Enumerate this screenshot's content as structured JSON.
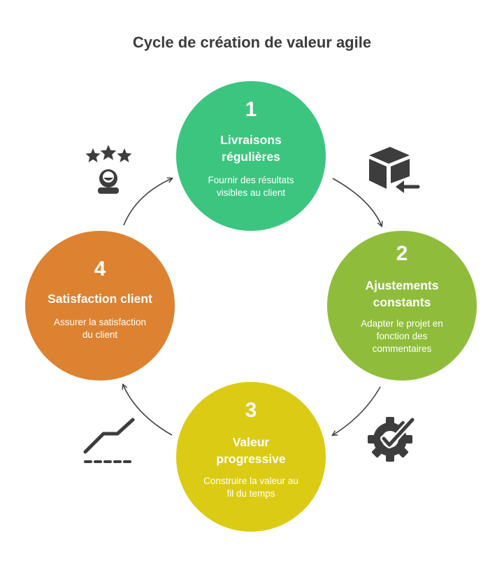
{
  "title": "Cycle de création de valeur agile",
  "colors": {
    "step1": "#3cc57f",
    "step2": "#8fbd3b",
    "step3": "#dccb15",
    "step4": "#dd8230",
    "text": "#3c3c3c",
    "icon": "#3d3d3d",
    "arrow": "#444444"
  },
  "steps": [
    {
      "number": "1",
      "title_line1": "Livraisons",
      "title_line2": "régulières",
      "desc_line1": "Fournir des résultats",
      "desc_line2": "visibles au client",
      "icon": "delivery-box-icon"
    },
    {
      "number": "2",
      "title_line1": "Ajustements",
      "title_line2": "constants",
      "desc_line1": "Adapter le projet en",
      "desc_line2": "fonction des",
      "desc_line3": "commentaires",
      "icon": "gear-check-icon"
    },
    {
      "number": "3",
      "title_line1": "Valeur",
      "title_line2": "progressive",
      "desc_line1": "Construire la valeur au",
      "desc_line2": "fil du temps",
      "icon": "growth-chart-icon"
    },
    {
      "number": "4",
      "title_line1": "Satisfaction client",
      "desc_line1": "Assurer la satisfaction",
      "desc_line2": "du client",
      "icon": "customer-rating-icon"
    }
  ]
}
